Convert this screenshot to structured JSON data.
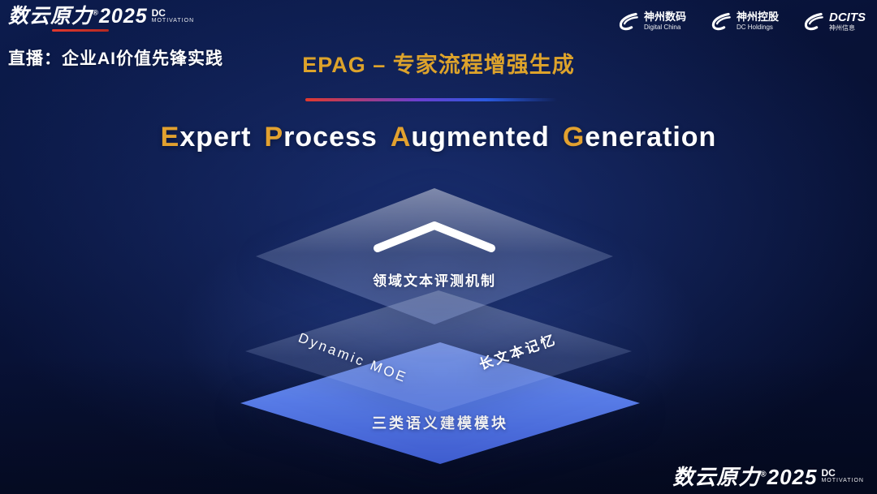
{
  "brand": {
    "name": "数云原力",
    "reg": "®",
    "year": "2025",
    "sub_line1": "DC",
    "sub_line2": "MOTIVATION"
  },
  "header": {
    "live_caption": "直播：企业AI价值先锋实践",
    "slide_title": "EPAG – 专家流程增强生成"
  },
  "partners": [
    {
      "name": "神州数码",
      "sub": "Digital China"
    },
    {
      "name": "神州控股",
      "sub": "DC Holdings"
    },
    {
      "name": "DCITS",
      "sub": "神州信息"
    }
  ],
  "main": {
    "words": [
      {
        "accent": "E",
        "rest": "xpert"
      },
      {
        "accent": "P",
        "rest": "rocess"
      },
      {
        "accent": "A",
        "rest": "ugmented"
      },
      {
        "accent": "G",
        "rest": "eneration"
      }
    ],
    "stack": {
      "top_label": "领域文本评测机制",
      "middle_left_label": "Dynamic MOE",
      "middle_right_label": "长文本记忆",
      "bottom_label": "三类语义建模模块"
    }
  },
  "colors": {
    "gold": "#e2a12f",
    "red": "#e0392e",
    "layer_blue": "#5b80ee",
    "background": "#081237"
  }
}
